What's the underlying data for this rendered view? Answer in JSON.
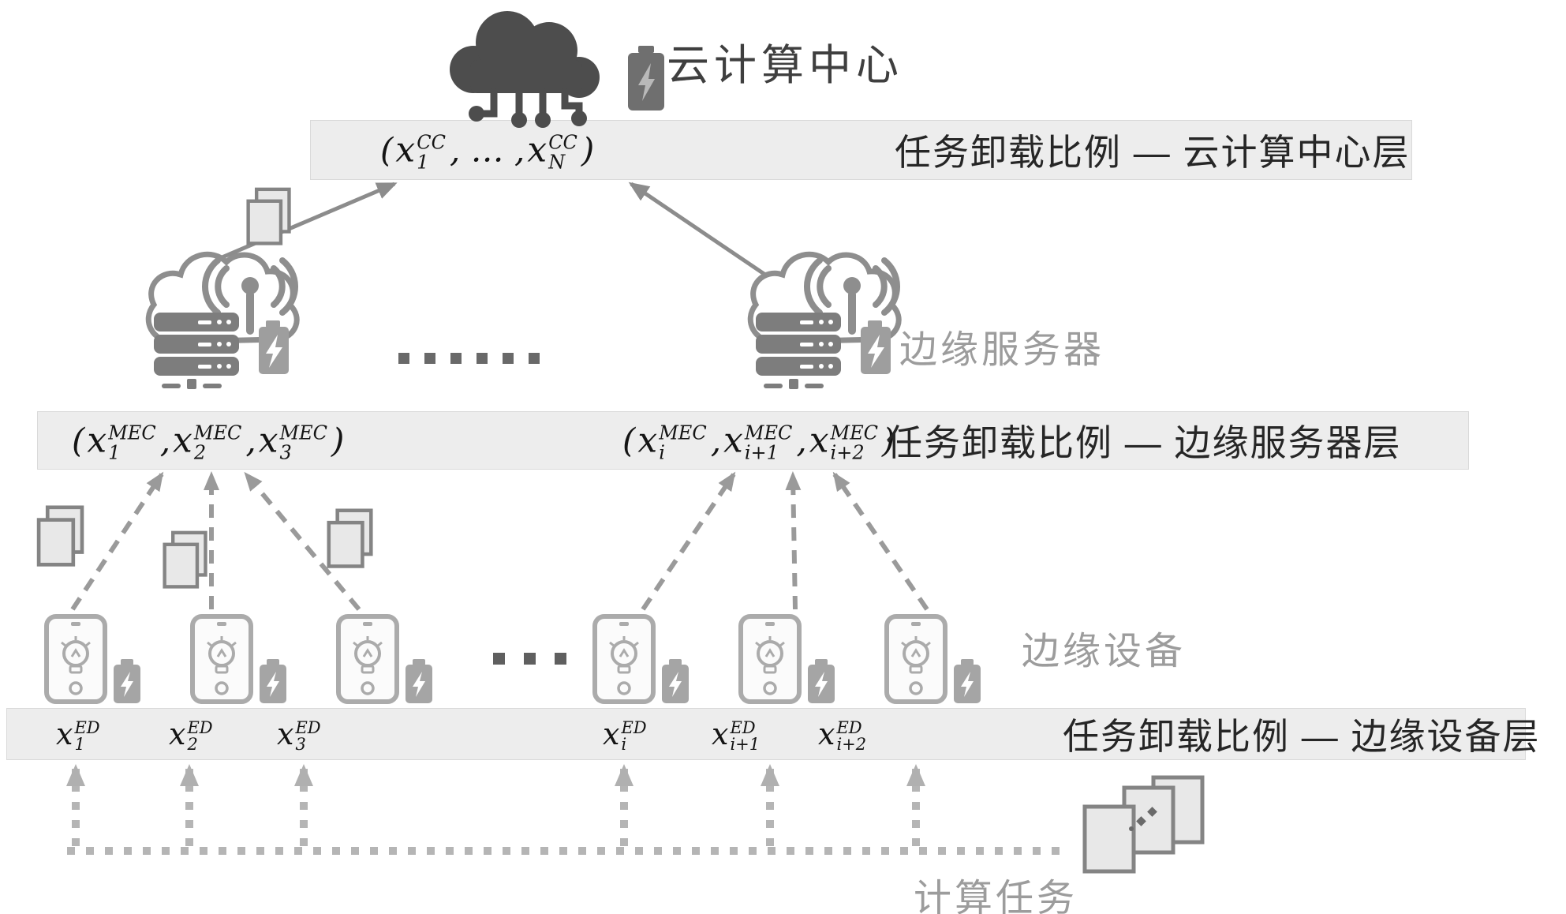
{
  "labels": {
    "cloud_title": "云计算中心",
    "cc_band": "任务卸载比例 — 云计算中心层",
    "mec_band": "任务卸载比例 — 边缘服务器层",
    "ed_band": "任务卸载比例 — 边缘设备层",
    "server_tier": "边缘服务器",
    "device_tier": "边缘设备",
    "task_label": "计算任务"
  },
  "formulas": {
    "cc": [
      {
        "text": "("
      },
      {
        "base": "x",
        "sup": "CC",
        "sub": "1"
      },
      {
        "text": ", … ,"
      },
      {
        "base": "x",
        "sup": "CC",
        "sub": "N"
      },
      {
        "text": ")"
      }
    ],
    "mec_left": [
      {
        "text": "("
      },
      {
        "base": "x",
        "sup": "MEC",
        "sub": "1"
      },
      {
        "text": ","
      },
      {
        "base": "x",
        "sup": "MEC",
        "sub": "2"
      },
      {
        "text": ","
      },
      {
        "base": "x",
        "sup": "MEC",
        "sub": "3"
      },
      {
        "text": ")"
      }
    ],
    "mec_right": [
      {
        "text": "("
      },
      {
        "base": "x",
        "sup": "MEC",
        "sub": "i"
      },
      {
        "text": ","
      },
      {
        "base": "x",
        "sup": "MEC",
        "sub": "i+1"
      },
      {
        "text": ","
      },
      {
        "base": "x",
        "sup": "MEC",
        "sub": "i+2"
      },
      {
        "text": ")"
      }
    ],
    "ed": [
      {
        "base": "x",
        "sup": "ED",
        "sub": "1"
      },
      {
        "base": "x",
        "sup": "ED",
        "sub": "2"
      },
      {
        "base": "x",
        "sup": "ED",
        "sub": "3"
      },
      {
        "base": "x",
        "sup": "ED",
        "sub": "i"
      },
      {
        "base": "x",
        "sup": "ED",
        "sub": "i+1"
      },
      {
        "base": "x",
        "sup": "ED",
        "sub": "i+2"
      }
    ]
  },
  "ellipsis": {
    "server_dots_count": 6,
    "device_dots_count": 3
  },
  "colors": {
    "band_bg": "#ededed",
    "band_border": "#d9d9d9",
    "cloud_icon": "#4d4d4d",
    "solid_arrow": "#8c8c8c",
    "dashed_arrow": "#9a9a9a",
    "dotted_arrow": "#b5b5b5",
    "tier_label": "#9c9c9c",
    "band_text": "#262626"
  }
}
